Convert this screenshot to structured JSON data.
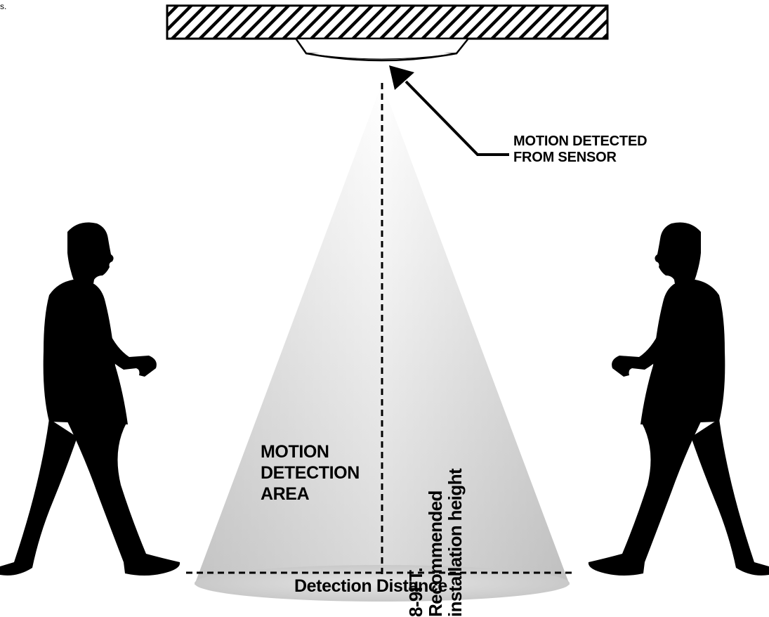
{
  "corner_text": "s.",
  "callout": {
    "line1": "MOTION DETECTED",
    "line2": "FROM SENSOR"
  },
  "detection_area": {
    "line1": "MOTION",
    "line2": "DETECTION",
    "line3": "AREA"
  },
  "height_label": {
    "line1": "8-9FT.",
    "line2": "Recommended",
    "line3": "installation height"
  },
  "distance_label": "Detection Distance",
  "colors": {
    "ink": "#000000",
    "cone_light": "#f4f4f4",
    "cone_dark": "#cfcfcf",
    "background": "#ffffff"
  },
  "icons": {
    "sensor": "ceiling-sensor-icon",
    "person_left": "walking-man-right-icon",
    "person_right": "walking-man-left-icon",
    "arrow": "callout-arrow-icon"
  }
}
